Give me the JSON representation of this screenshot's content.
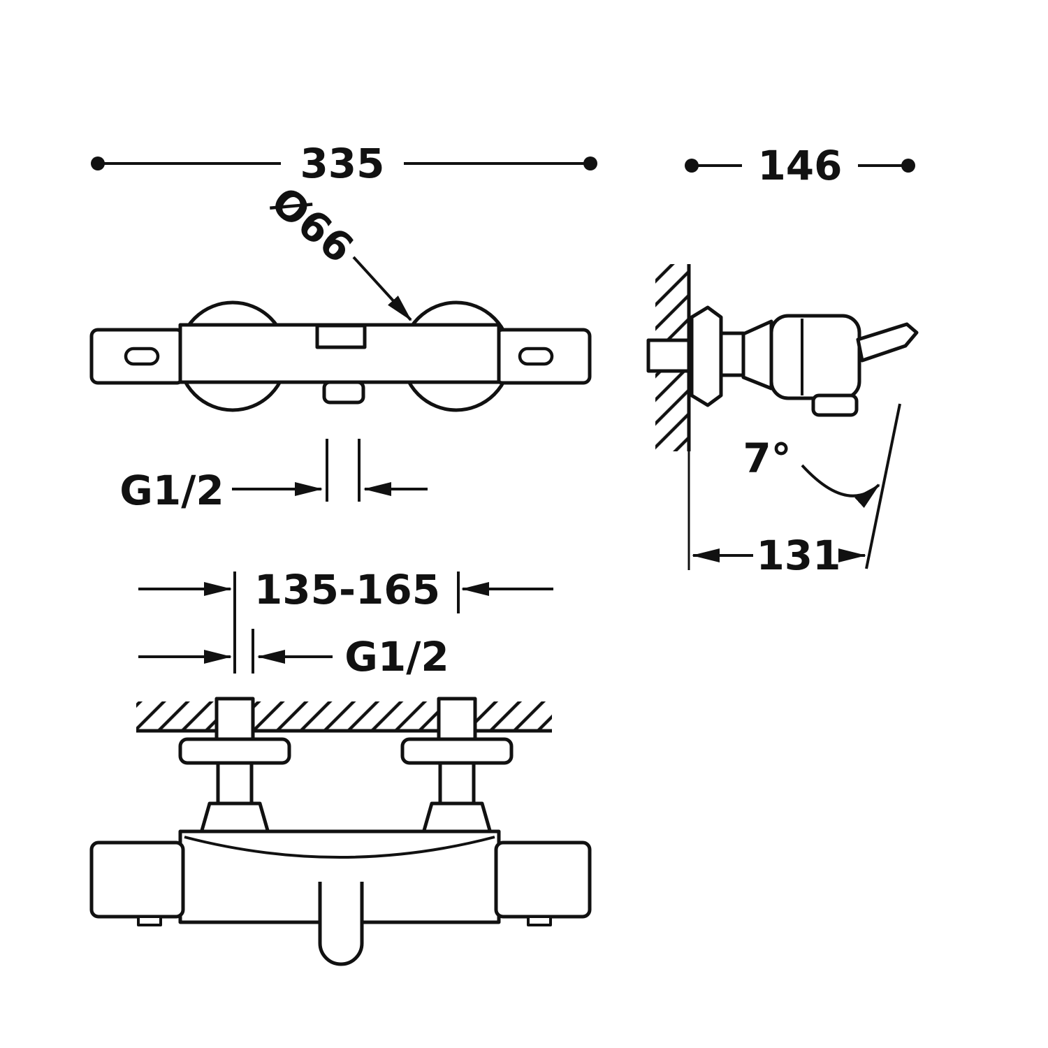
{
  "drawing": {
    "background": "#ffffff",
    "line_color": "#111111",
    "labels": {
      "overall_width": "335",
      "overall_depth": "146",
      "knob_diameter": "Ø66",
      "outlet_thread": "G1/2",
      "angle": "7°",
      "projection": "131",
      "inlet_spacing": "135-165",
      "inlet_thread": "G1/2"
    }
  }
}
